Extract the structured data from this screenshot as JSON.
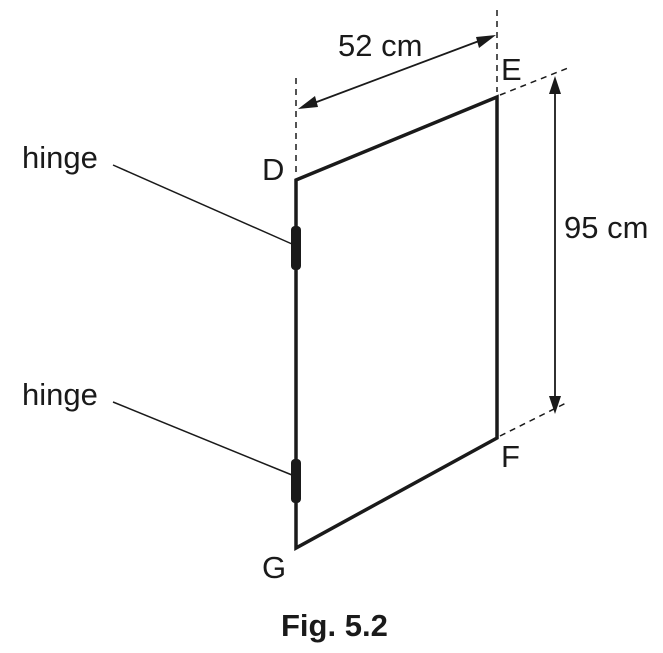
{
  "figure": {
    "caption": "Fig. 5.2",
    "vertices": {
      "top_left": "D",
      "top_right": "E",
      "bottom_right": "F",
      "bottom_left": "G"
    },
    "dimensions": {
      "width": "52 cm",
      "height": "95 cm"
    },
    "hinge_labels": [
      "hinge",
      "hinge"
    ]
  }
}
